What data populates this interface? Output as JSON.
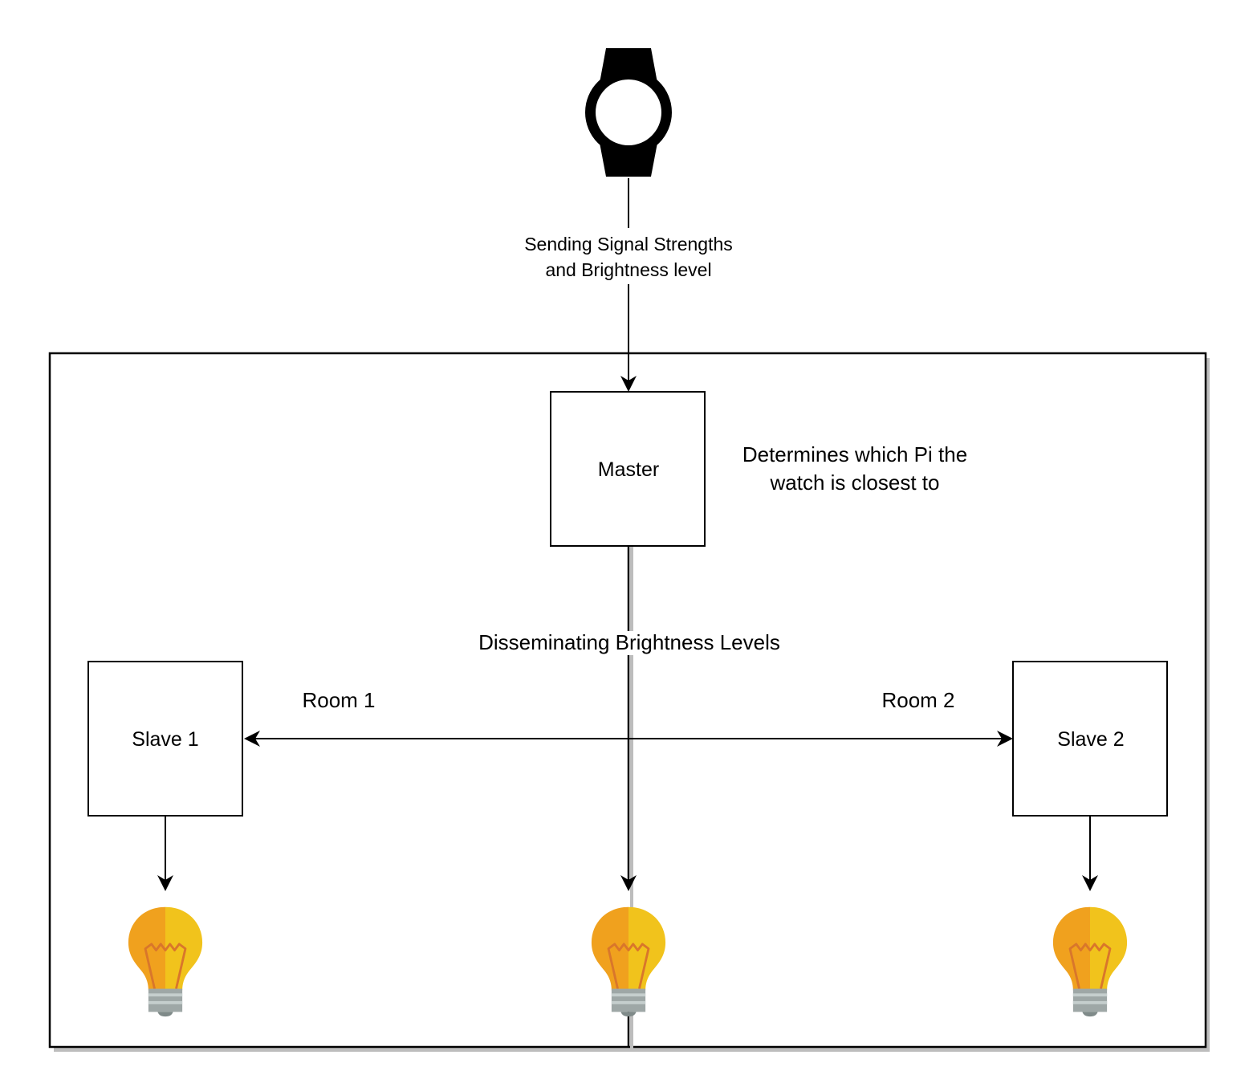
{
  "diagram": {
    "watch_label_line1": "Sending Signal Strengths",
    "watch_label_line2": "and Brightness level",
    "master": {
      "label": "Master"
    },
    "master_note_line1": "Determines which Pi the",
    "master_note_line2": "watch is closest to",
    "dissemination_label": "Disseminating Brightness Levels",
    "slave1": {
      "label": "Slave 1",
      "room": "Room 1"
    },
    "slave2": {
      "label": "Slave 2",
      "room": "Room 2"
    }
  },
  "icons": {
    "watch": "smartwatch-icon",
    "bulb": "light-bulb-icon"
  },
  "colors": {
    "bulb_left": "#F0A11E",
    "bulb_right": "#F1C31C",
    "bulb_filament": "#D9762B",
    "bulb_base": "#9EA7A6",
    "bulb_base_light": "#C5CECD",
    "shadow": "#BDBDBD"
  }
}
